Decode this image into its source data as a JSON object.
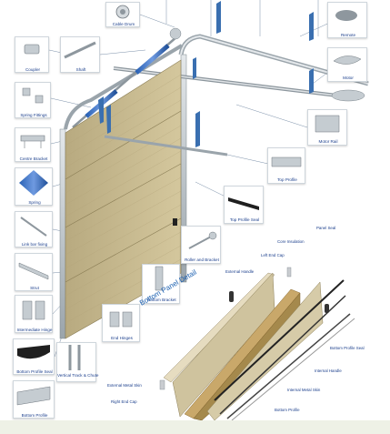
{
  "components": {
    "cable_drum": "Cable Drum",
    "coupler": "Coupler",
    "shaft": "Shaft",
    "spring_fittings": "Spring Fittings",
    "centre_bracket": "Centre Bracket",
    "spring": "Spring",
    "link_bar_fixing": "Link bar fixing",
    "strut": "Strut",
    "intermediate_hinge": "Intermediate Hinge",
    "bottom_profile_seal_left": "Bottom Profile Seal",
    "bottom_profile_left": "Bottom Profile",
    "vertical_track": "Vertical Track & Chute",
    "end_hinges": "End Hinges",
    "bottom_bracket": "Bottom Bracket",
    "roller_and_bracket": "Roller and Bracket",
    "top_profile_seal": "Top Profile Seal",
    "top_profile": "Top Profile",
    "motor_rail": "Motor Rail",
    "motor": "Motor",
    "remote": "Remote"
  },
  "detail": {
    "title": "Bottom Panel Detail",
    "panel_seal": "Panel Seal",
    "core_insulation": "Core Insulation",
    "left_end_cap": "Left End Cap",
    "external_handle": "External Handle",
    "bottom_profile_seal": "Bottom Profile Seal",
    "internal_handle": "Internal Handle",
    "internal_metal_skin": "Internal Metal Skin",
    "bottom_profile": "Bottom Profile",
    "external_metal_skin": "External Metal Skin",
    "right_end_cap": "Right End Cap"
  },
  "colors": {
    "panel": "#c8b98e",
    "panel_dark": "#a89a70",
    "core": "#c9a86a",
    "bracket_blue": "#3a6fb0",
    "label_blue": "#1a3e8c",
    "metal": "#b9c2c8"
  }
}
